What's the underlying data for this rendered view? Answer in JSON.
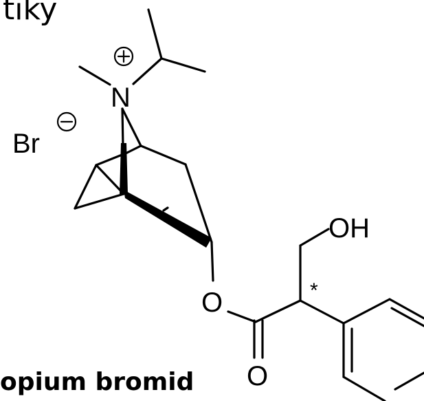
{
  "slide": {
    "heading_fragment": "tiky",
    "caption_fragment": "opium bromid"
  },
  "structure": {
    "atoms": {
      "nitrogen": "N",
      "bromine": "Br",
      "ester_oxygen": "O",
      "carbonyl_oxygen": "O",
      "hydroxyl": "OH",
      "stereocenter_mark": "*"
    },
    "charges": {
      "nitrogen": "+",
      "bromine": "−"
    },
    "colors": {
      "ink": "#000000",
      "background": "#ffffff"
    }
  }
}
